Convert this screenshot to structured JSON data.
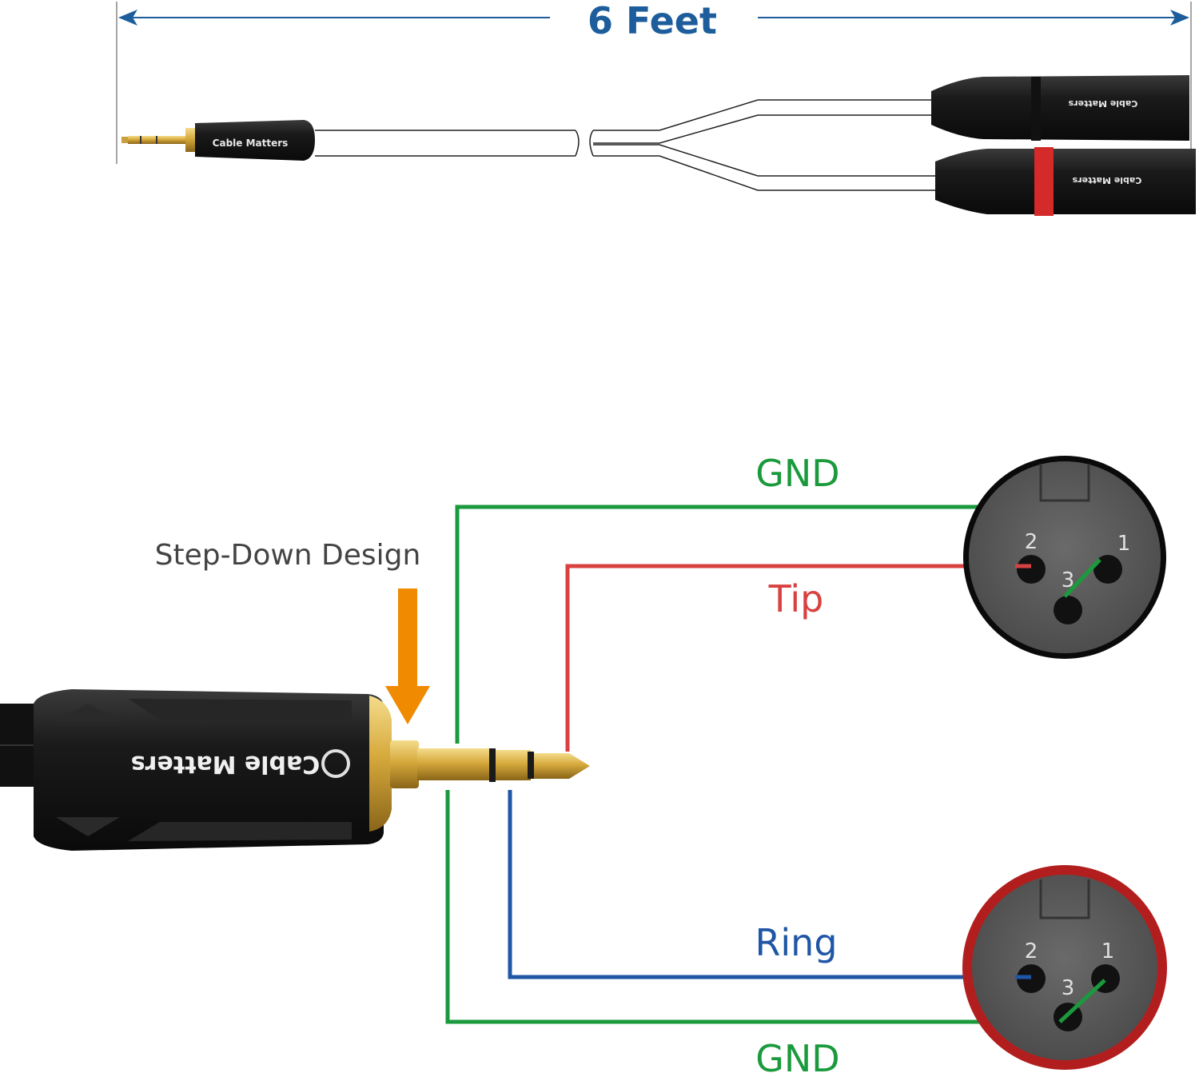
{
  "length_label": "6 Feet",
  "step_down_label": "Step-Down Design",
  "brand": "Cable Matters",
  "wires": {
    "gnd_top": "GND",
    "tip": "Tip",
    "ring": "Ring",
    "gnd_bottom": "GND"
  },
  "pins": {
    "top": [
      "1",
      "2",
      "3"
    ],
    "bottom": [
      "1",
      "2",
      "3"
    ]
  },
  "colors": {
    "dimension_blue": "#1d5d9b",
    "gnd_green": "#1a9a3c",
    "tip_red": "#d94141",
    "ring_blue": "#1f56a6",
    "arrow_orange": "#f08a00",
    "label_gray": "#444444",
    "connector_black": "#1b1b1b",
    "xlr_face": "#5a5a5a",
    "red_ring": "#b21e1e",
    "gold": "#d2a437"
  }
}
